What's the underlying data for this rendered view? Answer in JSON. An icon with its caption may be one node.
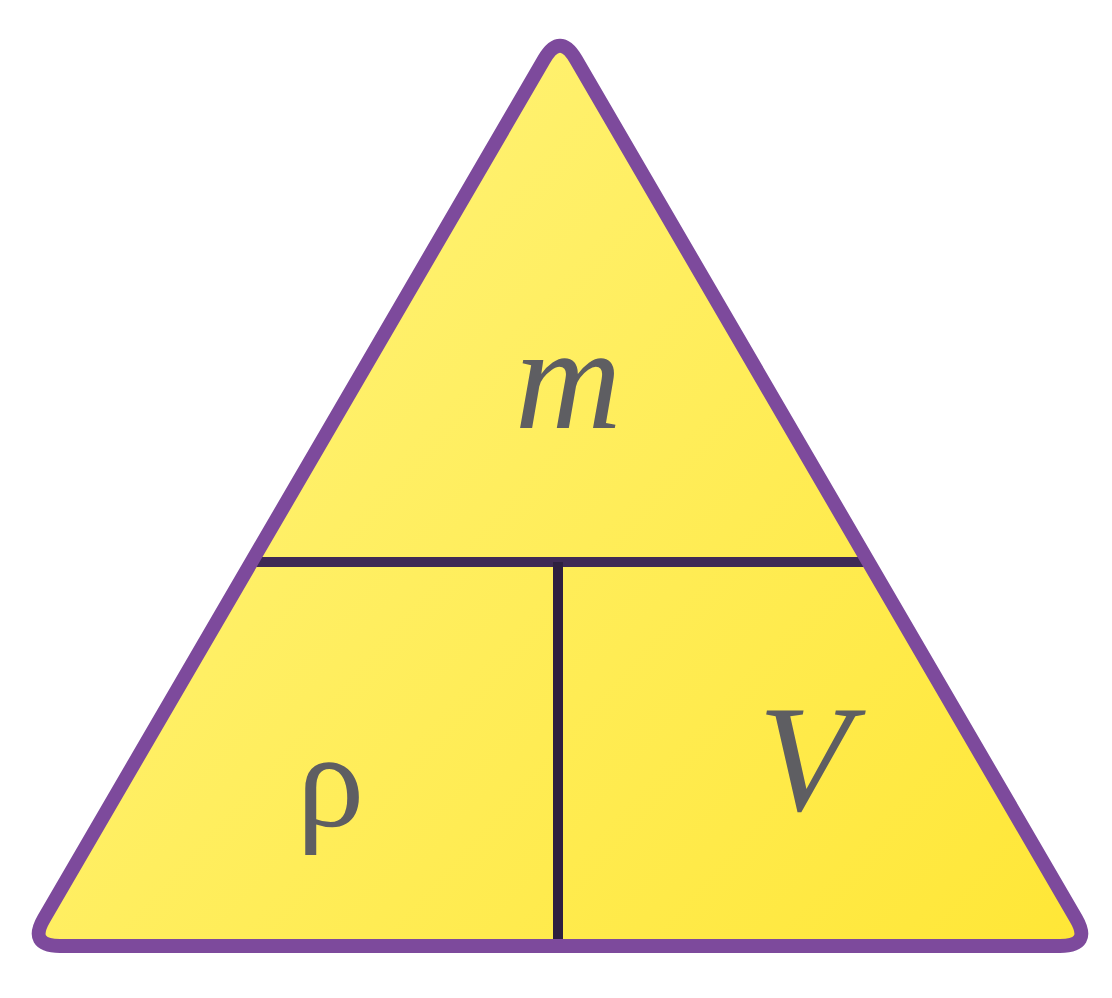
{
  "diagram": {
    "nodes": [
      {
        "text": [
          "m"
        ]
      },
      {
        "text": [
          "ρ"
        ]
      },
      {
        "text": [
          "V"
        ]
      }
    ]
  }
}
